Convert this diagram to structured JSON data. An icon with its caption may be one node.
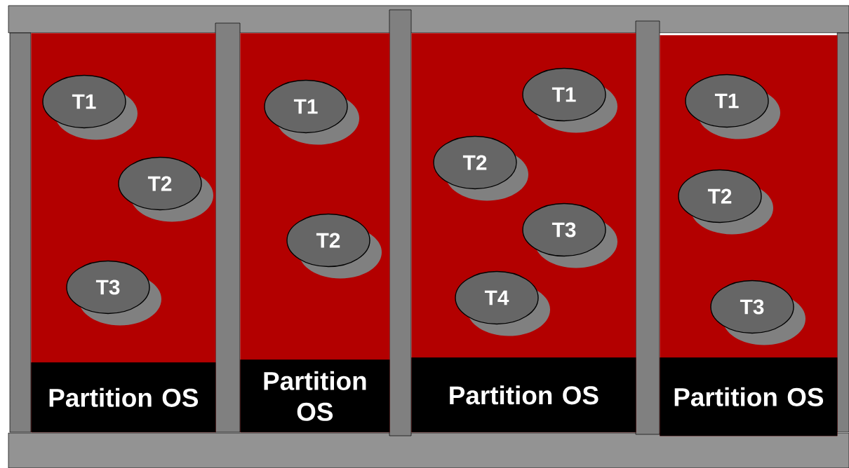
{
  "diagram": {
    "nodes": [
      {
        "text": [],
        "shape": "box"
      },
      {
        "text": [
          "T1"
        ],
        "in": 0
      },
      {
        "text": [
          "T2"
        ],
        "in": 0
      },
      {
        "text": [
          "T3"
        ],
        "in": 0
      },
      {
        "text": [
          "Partition OS"
        ],
        "in": 0
      },
      {
        "text": [],
        "shape": "box"
      },
      {
        "text": [
          "T1"
        ],
        "in": 5
      },
      {
        "text": [
          "T2"
        ],
        "in": 5
      },
      {
        "text": [
          "Partition OS"
        ],
        "in": 5
      },
      {
        "text": [],
        "shape": "box"
      },
      {
        "text": [
          "T1"
        ],
        "in": 9
      },
      {
        "text": [
          "T2"
        ],
        "in": 9
      },
      {
        "text": [
          "T3"
        ],
        "in": 9
      },
      {
        "text": [
          "T4"
        ],
        "in": 9
      },
      {
        "text": [
          "Partition OS"
        ],
        "in": 9
      },
      {
        "text": [],
        "shape": "box"
      },
      {
        "text": [
          "T1"
        ],
        "in": 15
      },
      {
        "text": [
          "T2"
        ],
        "in": 15
      },
      {
        "text": [
          "T3"
        ],
        "in": 15
      },
      {
        "text": [
          "Partition OS"
        ],
        "in": 15
      }
    ]
  }
}
